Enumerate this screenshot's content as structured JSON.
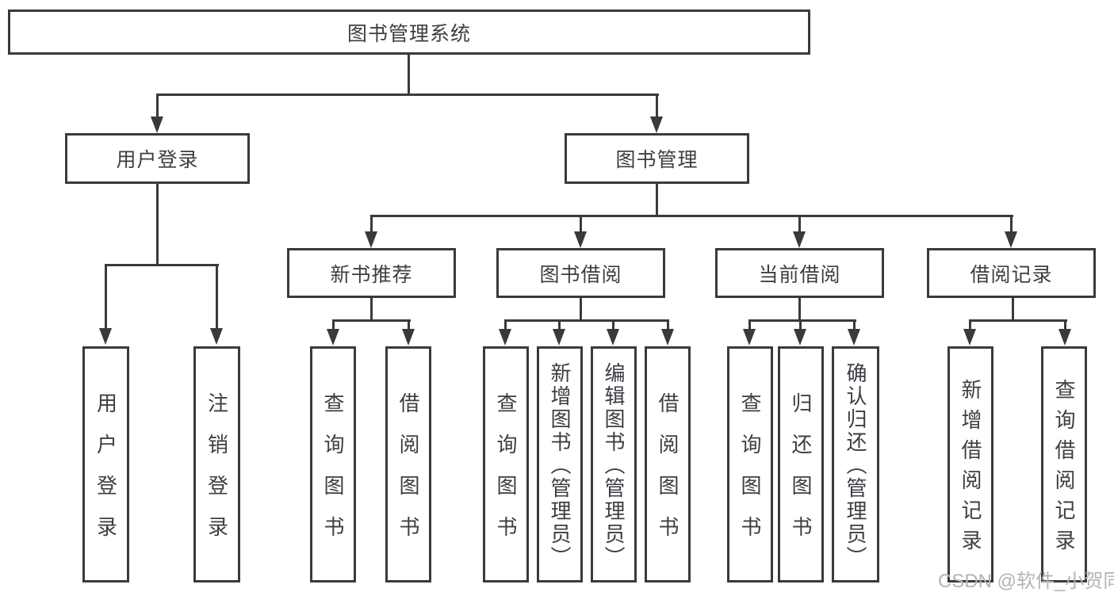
{
  "colors": {
    "line": "#3a3a3c",
    "text": "#3c3e43",
    "watermark": "#b3b3b8",
    "bg": "#ffffff"
  },
  "watermark": "CSDN @软件_小贺同学",
  "tree": {
    "root": "图书管理系统",
    "children": [
      {
        "label": "用户登录",
        "children": [
          {
            "label": "用户登录"
          },
          {
            "label": "注销登录"
          }
        ]
      },
      {
        "label": "图书管理",
        "children": [
          {
            "label": "新书推荐",
            "children": [
              {
                "label": "查询图书"
              },
              {
                "label": "借阅图书"
              }
            ]
          },
          {
            "label": "图书借阅",
            "children": [
              {
                "label": "查询图书"
              },
              {
                "label": "新增图书（管理员）"
              },
              {
                "label": "编辑图书（管理员）"
              },
              {
                "label": "借阅图书"
              }
            ]
          },
          {
            "label": "当前借阅",
            "children": [
              {
                "label": "查询图书"
              },
              {
                "label": "归还图书"
              },
              {
                "label": "确认归还（管理员）"
              }
            ]
          },
          {
            "label": "借阅记录",
            "children": [
              {
                "label": "新增借阅记录"
              },
              {
                "label": "查询借阅记录"
              }
            ]
          }
        ]
      }
    ]
  }
}
